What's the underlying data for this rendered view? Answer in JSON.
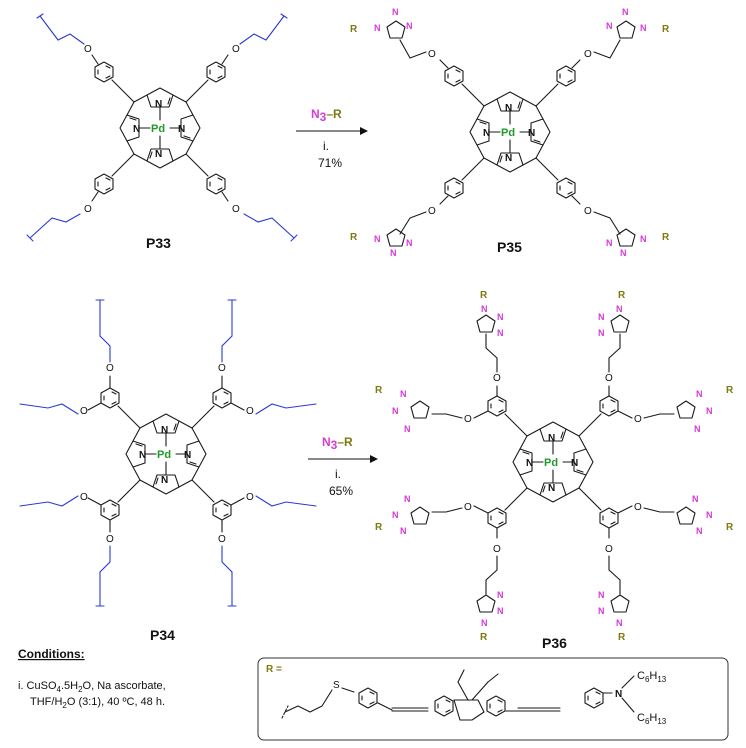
{
  "scheme": {
    "reactions": [
      {
        "start": "P33",
        "product": "P35",
        "reagent_atom": "N",
        "reagent_sub": "3",
        "reagent_rest": "–R",
        "step": "i.",
        "yield": "71%"
      },
      {
        "start": "P34",
        "product": "P36",
        "reagent_atom": "N",
        "reagent_sub": "3",
        "reagent_rest": "–R",
        "step": "i.",
        "yield": "65%"
      }
    ],
    "atoms": {
      "metal": "Pd",
      "nitrogen": "N",
      "oxygen": "O",
      "sulfur": "S",
      "substituent": "R"
    },
    "colors": {
      "metal": "#1e9a2a",
      "alkyne": "#2a3bd0",
      "triazole": "#d63bd6",
      "substituent": "#7d7a10",
      "azide": "#d63bd6"
    }
  },
  "conditions": {
    "title": "Conditions:",
    "line1": "i. CuSO",
    "line1_sub1": "4",
    "line1_mid": ".5H",
    "line1_sub2": "2",
    "line1_end": "O, Na ascorbate,",
    "line2": "THF/H",
    "line2_sub": "2",
    "line2_end": "O (3:1), 40 ºC, 48 h."
  },
  "r_group": {
    "label": "R =",
    "sulfur": "S",
    "amine": "N",
    "hexyl_top": "C",
    "hexyl_top_sub": "6",
    "hexyl_top_h": "H",
    "hexyl_top_hsub": "13",
    "hexyl_bottom": "C",
    "hexyl_bottom_sub": "6",
    "hexyl_bottom_h": "H",
    "hexyl_bottom_hsub": "13"
  }
}
